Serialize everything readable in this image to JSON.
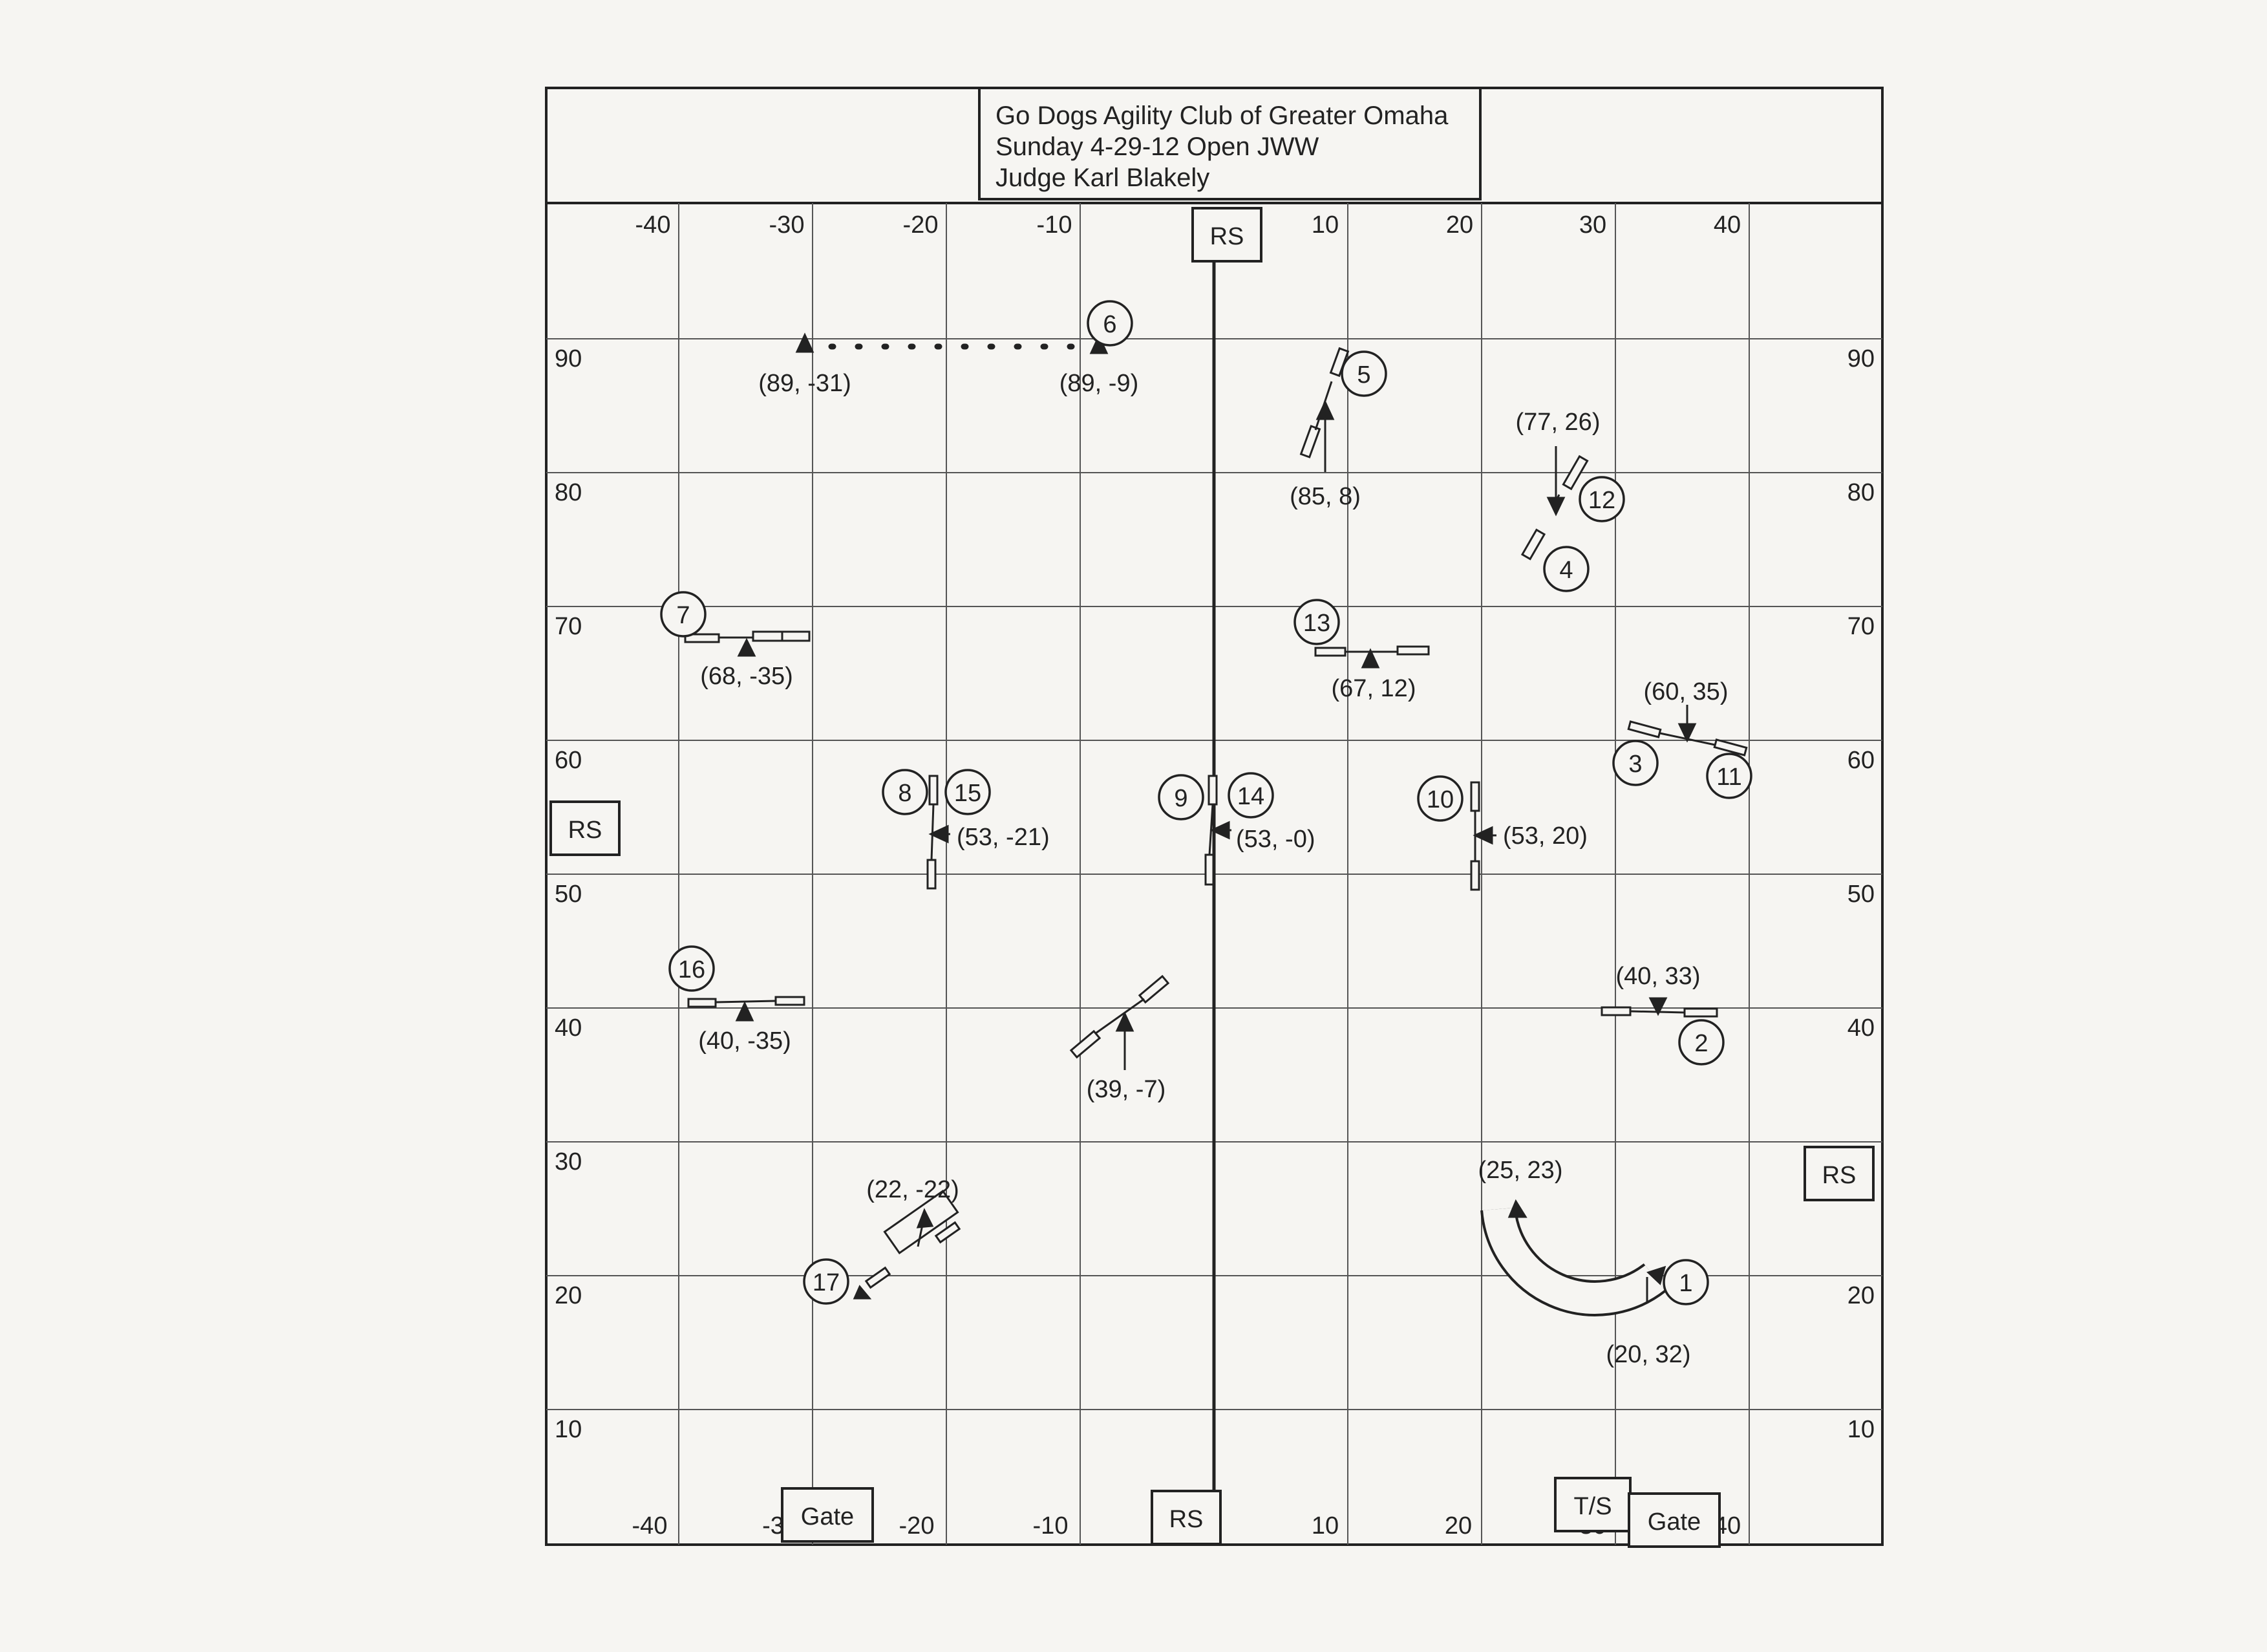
{
  "header": {
    "lines": [
      "Go Dogs Agility Club of Greater Omaha",
      "Sunday 4-29-12 Open JWW",
      "Judge Karl Blakely"
    ]
  },
  "axes": {
    "top_x": [
      "-40",
      "-30",
      "-20",
      "-10",
      "10",
      "20",
      "30",
      "40"
    ],
    "bottom_x": [
      "-40",
      "-3",
      "-20",
      "-10",
      "10",
      "20",
      "30",
      "40"
    ],
    "left_y": [
      "90",
      "80",
      "70",
      "60",
      "50",
      "40",
      "30",
      "20",
      "10"
    ],
    "right_y": [
      "90",
      "80",
      "70",
      "60",
      "50",
      "40",
      "30",
      "20",
      "10"
    ]
  },
  "markers": {
    "rs": "RS",
    "gate": "Gate",
    "ts": "T/S"
  },
  "coords": [
    {
      "id": "c89m31",
      "text": "(89, -31)"
    },
    {
      "id": "c89m9",
      "text": "(89, -9)"
    },
    {
      "id": "c85p8",
      "text": "(85, 8)"
    },
    {
      "id": "c77p26",
      "text": "(77, 26)"
    },
    {
      "id": "c68m35",
      "text": "(68, -35)"
    },
    {
      "id": "c67p12",
      "text": "(67, 12)"
    },
    {
      "id": "c60p35",
      "text": "(60, 35)"
    },
    {
      "id": "c53m21",
      "text": "(53, -21)"
    },
    {
      "id": "c53m0",
      "text": "(53, -0)"
    },
    {
      "id": "c53p20",
      "text": "(53, 20)"
    },
    {
      "id": "c40m35",
      "text": "(40, -35)"
    },
    {
      "id": "c40p33",
      "text": "(40, 33)"
    },
    {
      "id": "c39m7",
      "text": "(39, -7)"
    },
    {
      "id": "c22m22",
      "text": "(22, -22)"
    },
    {
      "id": "c25p23",
      "text": "(25, 23)"
    },
    {
      "id": "c20p32",
      "text": "(20, 32)"
    }
  ],
  "numbers": [
    "1",
    "2",
    "3",
    "4",
    "5",
    "6",
    "7",
    "8",
    "9",
    "10",
    "11",
    "12",
    "13",
    "14",
    "15",
    "16",
    "17"
  ]
}
